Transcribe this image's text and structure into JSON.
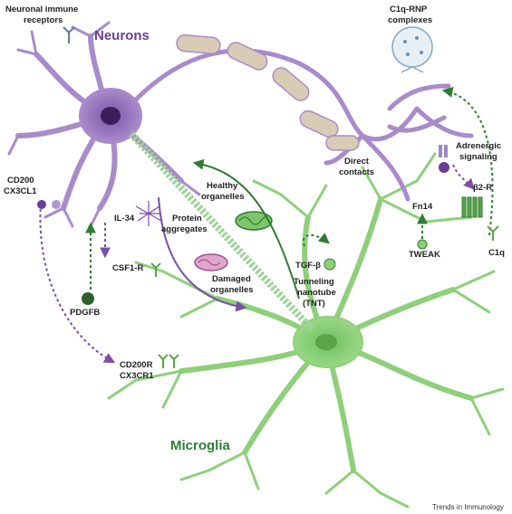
{
  "titles": {
    "neurons": "Neurons",
    "microglia": "Microglia",
    "credit": "Trends in Immunology"
  },
  "labels": {
    "neuronal_receptors": [
      "Neuronal immune",
      "receptors"
    ],
    "c1q_rnp": [
      "C1q-RNP",
      "complexes"
    ],
    "cd200": "CD200",
    "cx3cl1": "CX3CL1",
    "il34": "IL-34",
    "csf1r": "CSF1-R",
    "pdgfb": "PDGFB",
    "healthy": [
      "Healthy",
      "organelles"
    ],
    "protein": [
      "Protein",
      "aggregates"
    ],
    "damaged": [
      "Damaged",
      "organelles"
    ],
    "tnt": [
      "Tunneling",
      "nanotube",
      "(TNT)"
    ],
    "tgfb": "TGF-β",
    "direct": [
      "Direct",
      "contacts"
    ],
    "fn14": "Fn14",
    "tweak": "TWEAK",
    "adrenergic": [
      "Adrenergic",
      "signaling"
    ],
    "b2r": "β2-R",
    "c1q": "C1q",
    "cd200r": "CD200R",
    "cx3cr1": "CX3CR1"
  },
  "colors": {
    "neuron": "#a98bcb",
    "neuron_dark": "#6b3d97",
    "microglia": "#8ed07a",
    "microglia_dark": "#2e7d32",
    "myelin": "#d8ccb4"
  }
}
